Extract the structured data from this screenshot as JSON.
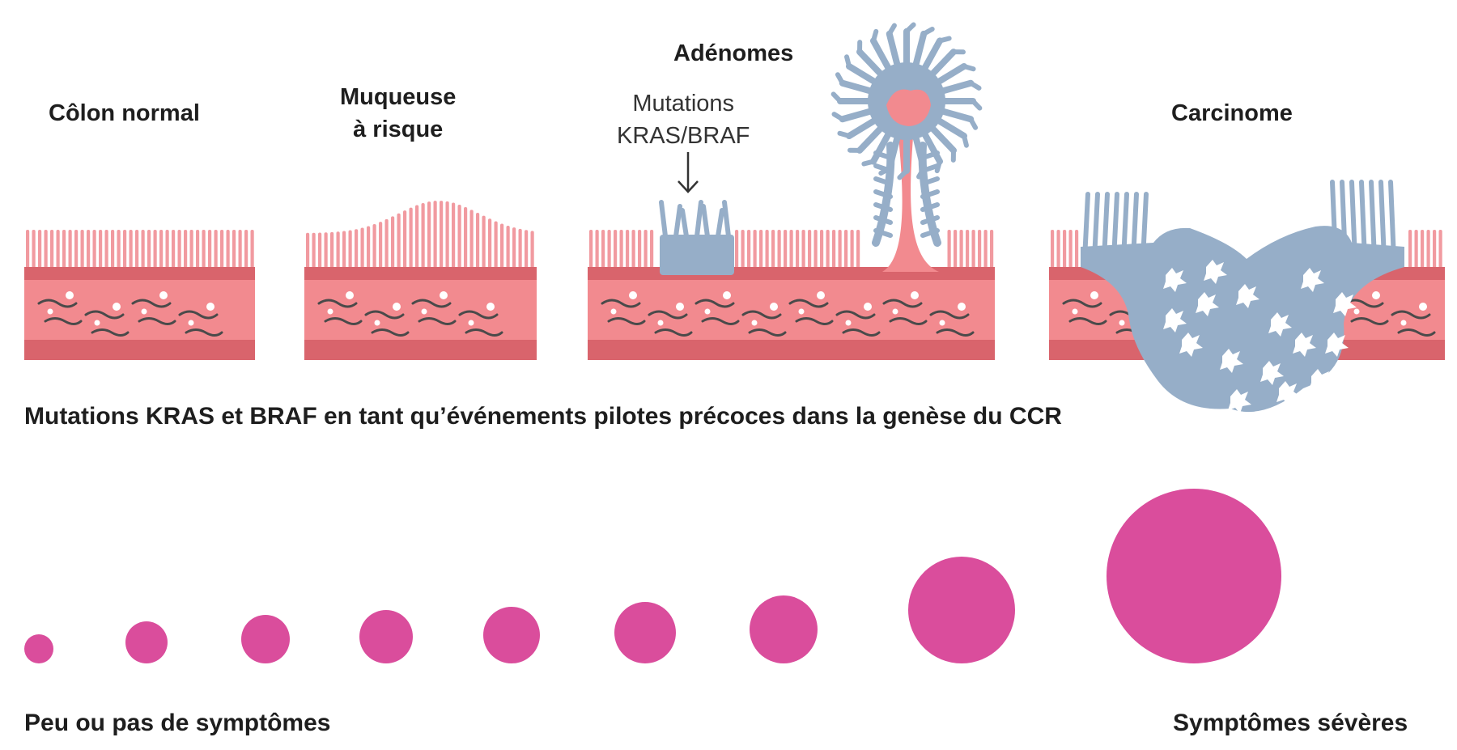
{
  "stages": [
    {
      "label": "Côlon normal"
    },
    {
      "label_line1": "Muqueuse",
      "label_line2": "à risque"
    },
    {
      "label": "Adénomes",
      "annotation_line1": "Mutations",
      "annotation_line2": "KRAS/BRAF"
    },
    {
      "label": "Carcinome"
    }
  ],
  "caption": "Mutations KRAS et BRAF en tant qu’événements pilotes précoces dans la genèse du CCR",
  "severity_scale": {
    "left_label": "Peu ou pas de symptômes",
    "right_label": "Symptômes sévères",
    "circle_count": 9,
    "circle_color": "#da4d9c"
  },
  "colors": {
    "tissue": "#f28a8f",
    "villi": "#f19aa0",
    "tissue_dark": "#d9646c",
    "tumor": "#96aec8",
    "fiber": "#4a4a4a"
  }
}
